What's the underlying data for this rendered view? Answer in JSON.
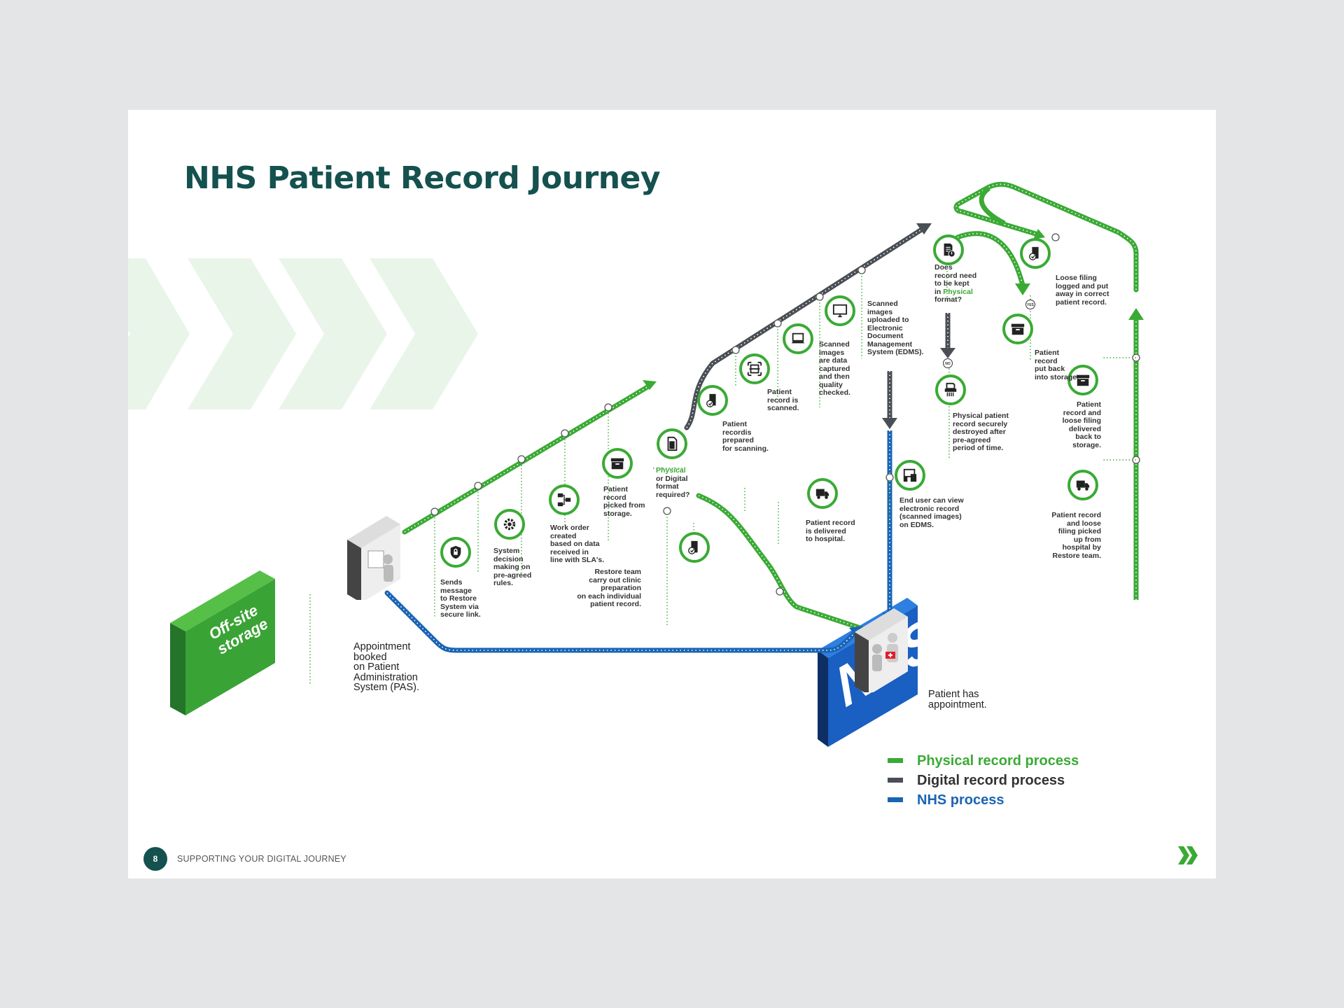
{
  "title": "NHS Patient Record Journey",
  "blocks": {
    "offsite": "Off-site\nstorage",
    "nhs": "NHS"
  },
  "steps": {
    "pas": "Appointment\nbooked\non Patient\nAdministration\nSystem (PAS).",
    "sends": "Sends\nmessage\nto Restore\nSystem via\nsecure link.",
    "decision": "System\ndecision\nmaking on\npre-agreed\nrules.",
    "workorder": "Work order\ncreated\nbased on data\nreceived in\nline with SLA's.",
    "picked": "Patient\nrecord\npicked from\nstorage.",
    "format_a": "Physical",
    "format_b": "\nor Digital\nformat\nrequired?",
    "prepared": "Patient\nrecordis\nprepared\nfor scanning.",
    "scanned": "Patient\nrecord is\nscanned.",
    "captured": "Scanned\nimages\nare data\ncaptured\nand then\nquality\nchecked.",
    "uploaded": "Scanned\nimages\nuploaded to\nElectronic\nDocument\nManagement\nSystem (EDMS).",
    "kept_a": "Does\nrecord need\nto be kept\nin ",
    "kept_b": "Physical",
    "kept_c": "\nformat?",
    "destroyed": "Physical patient\nrecord securely\ndestroyed after\npre-agreed\nperiod of time.",
    "enduser": "End user can view\nelectronic record\n(scanned images)\non EDMS.",
    "clinic": "Restore team\ncarry out clinic\npreparation\non each individual\npatient record.",
    "delivered": "Patient record\nis delivered\nto hospital.",
    "appointment": "Patient has\nappointment.",
    "loose": "Loose filing\nlogged and put\naway in correct\npatient record.",
    "putback": "Patient\nrecord\nput back\ninto storage.",
    "delivered_back": "Patient\nrecord and\nloose filing\ndelivered\nback to\nstorage.",
    "pickedup": "Patient record\nand loose\nfiling picked\nup from\nhospital by\nRestore team."
  },
  "badges": {
    "yes": "YES",
    "no": "NO"
  },
  "legend": [
    {
      "label": "Physical record process",
      "color": "#3aaa35"
    },
    {
      "label": "Digital record process",
      "color": "#4a4f55"
    },
    {
      "label": "NHS process",
      "color": "#1a64b4"
    }
  ],
  "footer": {
    "page_number": "8",
    "text": "SUPPORTING YOUR DIGITAL JOURNEY"
  },
  "colors": {
    "green": "#3aaa35",
    "grey": "#4a4f55",
    "blue": "#1a64b4",
    "teal": "#14514f",
    "nhs_blue": "#1a5fc2"
  }
}
